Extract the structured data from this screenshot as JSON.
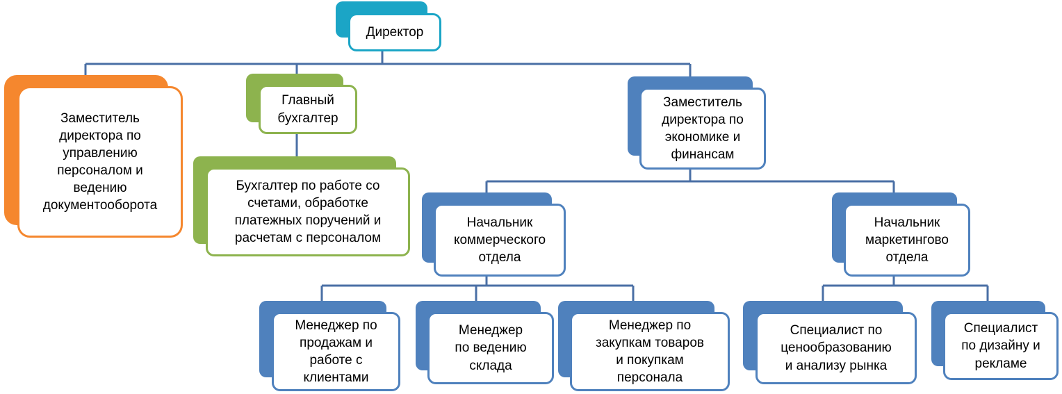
{
  "colors": {
    "teal": "#1ba5c6",
    "orange": "#f5872e",
    "green": "#8db34e",
    "blue": "#4f81bd",
    "line": "#4a6fa5"
  },
  "nodes": {
    "director": "Директор",
    "deputy_hr": "Заместитель\nдиректора по\nуправлению\nперсоналом и\nведению\nдокументооборота",
    "chief_accountant": "Главный\nбухгалтер",
    "accountant": "Бухгалтер по работе со\nсчетами, обработке\nплатежных поручений и\nрасчетам с персоналом",
    "deputy_finance": "Заместитель\nдиректора по\nэкономике и\nфинансам",
    "head_commercial": "Начальник\nкоммерческого\nотдела",
    "head_marketing": "Начальник\nмаркетингово\nотдела",
    "sales_manager": "Менеджер по\nпродажам и\nработе с\nклиентами",
    "warehouse_manager": "Менеджер\nпо ведению\nсклада",
    "purchase_manager": "Менеджер по\nзакупкам товаров\nи покупкам\nперсонала",
    "pricing_specialist": "Специалист по\nценообразованию\nи анализу рынка",
    "design_specialist": "Специалист\nпо дизайну и\nрекламе"
  }
}
